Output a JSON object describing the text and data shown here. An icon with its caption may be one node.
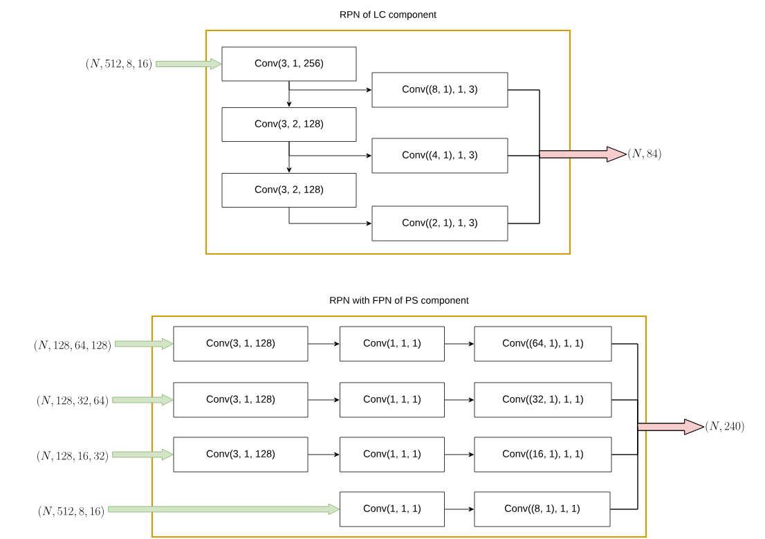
{
  "diagram": {
    "nodes": [
      {
        "text": [
          "RPN of LC component"
        ]
      },
      {
        "text": [
          "(N, 512, 8, 16)"
        ]
      },
      {
        "text": [
          "Conv(3, 1, 256)"
        ],
        "in": 0
      },
      {
        "text": [
          "Conv((8, 1), 1, 3)"
        ],
        "in": 0
      },
      {
        "text": [
          "Conv(3, 2, 128)"
        ],
        "in": 0
      },
      {
        "text": [
          "Conv((4, 1), 1, 3)"
        ],
        "in": 0
      },
      {
        "text": [
          "Conv(3, 2, 128)"
        ],
        "in": 0
      },
      {
        "text": [
          "Conv((2, 1), 1, 3)"
        ],
        "in": 0
      },
      {
        "text": [
          "(N, 84)"
        ]
      },
      {
        "text": [
          "RPN with FPN of PS component"
        ]
      },
      {
        "text": [
          "(N, 128, 64, 128)"
        ]
      },
      {
        "text": [
          "Conv(3, 1, 128)"
        ],
        "in": 9
      },
      {
        "text": [
          "Conv(1, 1, 1)"
        ],
        "in": 9
      },
      {
        "text": [
          "Conv((64, 1), 1, 1)"
        ],
        "in": 9
      },
      {
        "text": [
          "(N, 128, 32, 64)"
        ]
      },
      {
        "text": [
          "Conv(3, 1, 128)"
        ],
        "in": 9
      },
      {
        "text": [
          "Conv(1, 1, 1)"
        ],
        "in": 9
      },
      {
        "text": [
          "Conv((32, 1), 1, 1)"
        ],
        "in": 9
      },
      {
        "text": [
          "(N, 128, 16, 32)"
        ]
      },
      {
        "text": [
          "Conv(3, 1, 128)"
        ],
        "in": 9
      },
      {
        "text": [
          "Conv(1, 1, 1)"
        ],
        "in": 9
      },
      {
        "text": [
          "Conv((16, 1), 1, 1)"
        ],
        "in": 9
      },
      {
        "text": [
          "(N, 512, 8, 16)"
        ]
      },
      {
        "text": [
          "Conv(1, 1, 1)"
        ],
        "in": 9
      },
      {
        "text": [
          "Conv((8, 1), 1, 1)"
        ],
        "in": 9
      },
      {
        "text": [
          "(N, 240)"
        ]
      }
    ],
    "edges": [
      {
        "from": 1,
        "to": 2,
        "arrow": "to",
        "style": "thick",
        "color": "#82b366"
      },
      {
        "from": 2,
        "to": 3,
        "arrow": "to"
      },
      {
        "from": 2,
        "to": 4,
        "arrow": "to"
      },
      {
        "from": 4,
        "to": 5,
        "arrow": "to"
      },
      {
        "from": 4,
        "to": 6,
        "arrow": "to"
      },
      {
        "from": 6,
        "to": 7,
        "arrow": "to"
      },
      {
        "from": 3,
        "to": 8,
        "arrow": "to"
      },
      {
        "from": 5,
        "to": 8,
        "arrow": "to"
      },
      {
        "from": 7,
        "to": 8,
        "arrow": "to"
      },
      {
        "from": 10,
        "to": 11,
        "arrow": "to",
        "style": "thick",
        "color": "#82b366"
      },
      {
        "from": 11,
        "to": 12,
        "arrow": "to"
      },
      {
        "from": 12,
        "to": 13,
        "arrow": "to"
      },
      {
        "from": 13,
        "to": 25,
        "arrow": "to"
      },
      {
        "from": 14,
        "to": 15,
        "arrow": "to",
        "style": "thick",
        "color": "#82b366"
      },
      {
        "from": 15,
        "to": 16,
        "arrow": "to"
      },
      {
        "from": 16,
        "to": 17,
        "arrow": "to"
      },
      {
        "from": 17,
        "to": 25,
        "arrow": "to"
      },
      {
        "from": 18,
        "to": 19,
        "arrow": "to",
        "style": "thick",
        "color": "#82b366"
      },
      {
        "from": 19,
        "to": 20,
        "arrow": "to"
      },
      {
        "from": 20,
        "to": 21,
        "arrow": "to"
      },
      {
        "from": 21,
        "to": 25,
        "arrow": "to"
      },
      {
        "from": 22,
        "to": 23,
        "arrow": "to",
        "style": "thick",
        "color": "#82b366"
      },
      {
        "from": 23,
        "to": 24,
        "arrow": "to"
      },
      {
        "from": 24,
        "to": 25,
        "arrow": "to"
      }
    ]
  }
}
